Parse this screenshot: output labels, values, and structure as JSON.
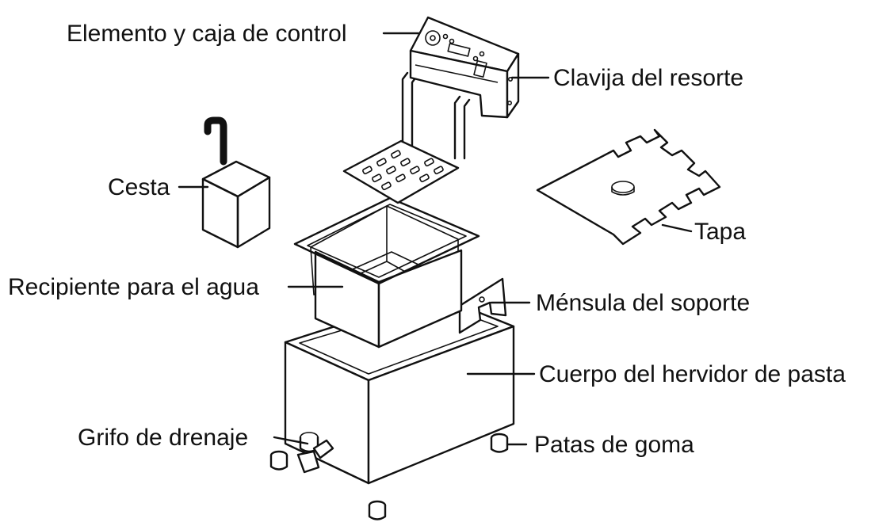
{
  "labels": {
    "control_box": "Elemento y caja de control",
    "spring_pin": "Clavija del resorte",
    "basket": "Cesta",
    "lid": "Tapa",
    "water_container": "Recipiente para el agua",
    "support_bracket": "Ménsula del soporte",
    "boiler_body": "Cuerpo del hervidor de pasta",
    "drain_tap": "Grifo de drenaje",
    "rubber_feet": "Patas de goma"
  },
  "colors": {
    "line": "#111111",
    "background": "#ffffff",
    "mesh": "#555555"
  }
}
